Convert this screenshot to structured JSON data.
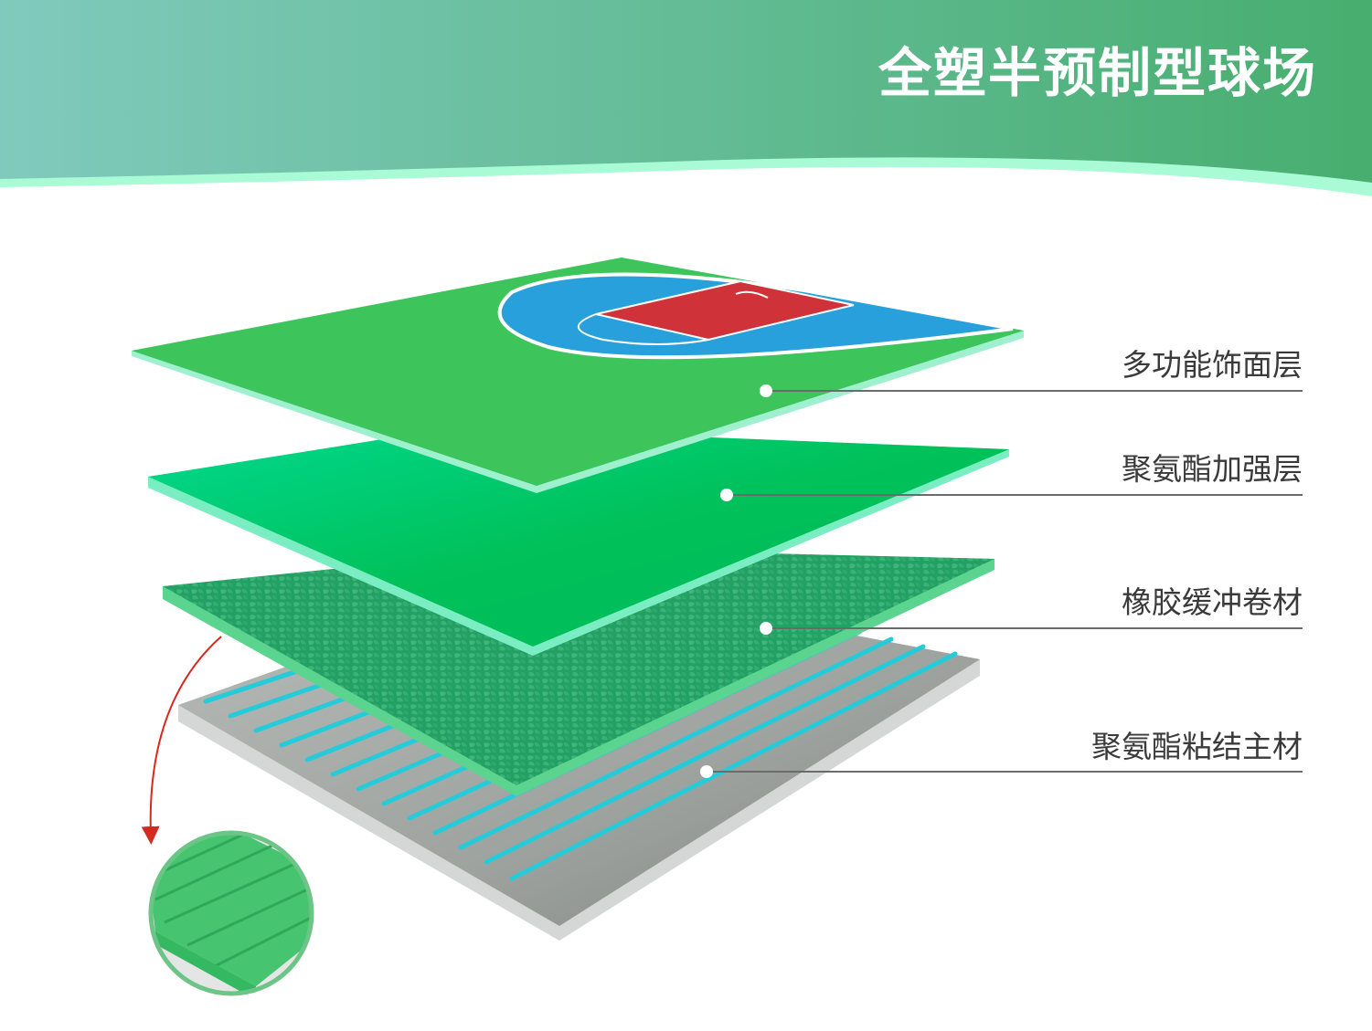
{
  "header": {
    "title": "全塑半预制型球场",
    "gradient_colors": [
      "#7fc9bb",
      "#4bb174"
    ],
    "accent_stripe_color": "#a8fbd5"
  },
  "layers": [
    {
      "id": "surface",
      "label": "多功能饰面层",
      "color": "#3cc45a"
    },
    {
      "id": "reinforcement",
      "label": "聚氨酯加强层",
      "color": "#00c46a"
    },
    {
      "id": "cushion",
      "label": "橡胶缓冲卷材",
      "color": "#1e9c5e"
    },
    {
      "id": "base",
      "label": "聚氨酯粘结主材",
      "color": "#a9aeab",
      "stripe_color": "#22c9d8"
    }
  ],
  "court": {
    "key_color": "#d0323a",
    "three_point_color": "#26a0dc",
    "line_color": "#ffffff"
  },
  "callout": {
    "arrow_color": "#d42a20",
    "detail_circle_border": "#6cc486"
  }
}
